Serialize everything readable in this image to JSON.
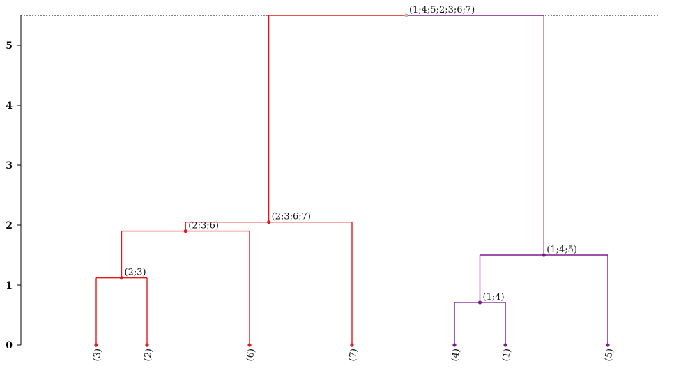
{
  "chart_data": {
    "type": "dendrogram",
    "ylim": [
      0,
      5.5
    ],
    "yticks": [
      "0",
      "1",
      "2",
      "3",
      "4",
      "5"
    ],
    "cut_height": 5.5,
    "leaves": [
      {
        "id": 3,
        "label": "(3)",
        "color": "#e31a1c"
      },
      {
        "id": 2,
        "label": "(2)",
        "color": "#e31a1c"
      },
      {
        "id": 6,
        "label": "(6)",
        "color": "#e31a1c"
      },
      {
        "id": 7,
        "label": "(7)",
        "color": "#e31a1c"
      },
      {
        "id": 4,
        "label": "(4)",
        "color": "#7b1a8c"
      },
      {
        "id": 1,
        "label": "(1)",
        "color": "#7b1a8c"
      },
      {
        "id": 5,
        "label": "(5)",
        "color": "#7b1a8c"
      }
    ],
    "merges": [
      {
        "label": "(2;3)",
        "left": "3",
        "right": "2",
        "height": 1.12,
        "color": "#e31a1c"
      },
      {
        "label": "(2;3;6)",
        "left": "(2;3)",
        "right": "6",
        "height": 1.9,
        "color": "#e31a1c"
      },
      {
        "label": "(2;3;6;7)",
        "left": "(2;3;6)",
        "right": "7",
        "height": 2.05,
        "color": "#e31a1c"
      },
      {
        "label": "(1;4)",
        "left": "4",
        "right": "1",
        "height": 0.71,
        "color": "#7b1a8c"
      },
      {
        "label": "(1;4;5)",
        "left": "(1;4)",
        "right": "5",
        "height": 1.5,
        "color": "#7b1a8c"
      },
      {
        "label": "(1;4;5;2;3;6;7)",
        "left": "(2;3;6;7)",
        "right": "(1;4;5)",
        "height": 5.5,
        "color": "#bbbbbb"
      }
    ]
  }
}
